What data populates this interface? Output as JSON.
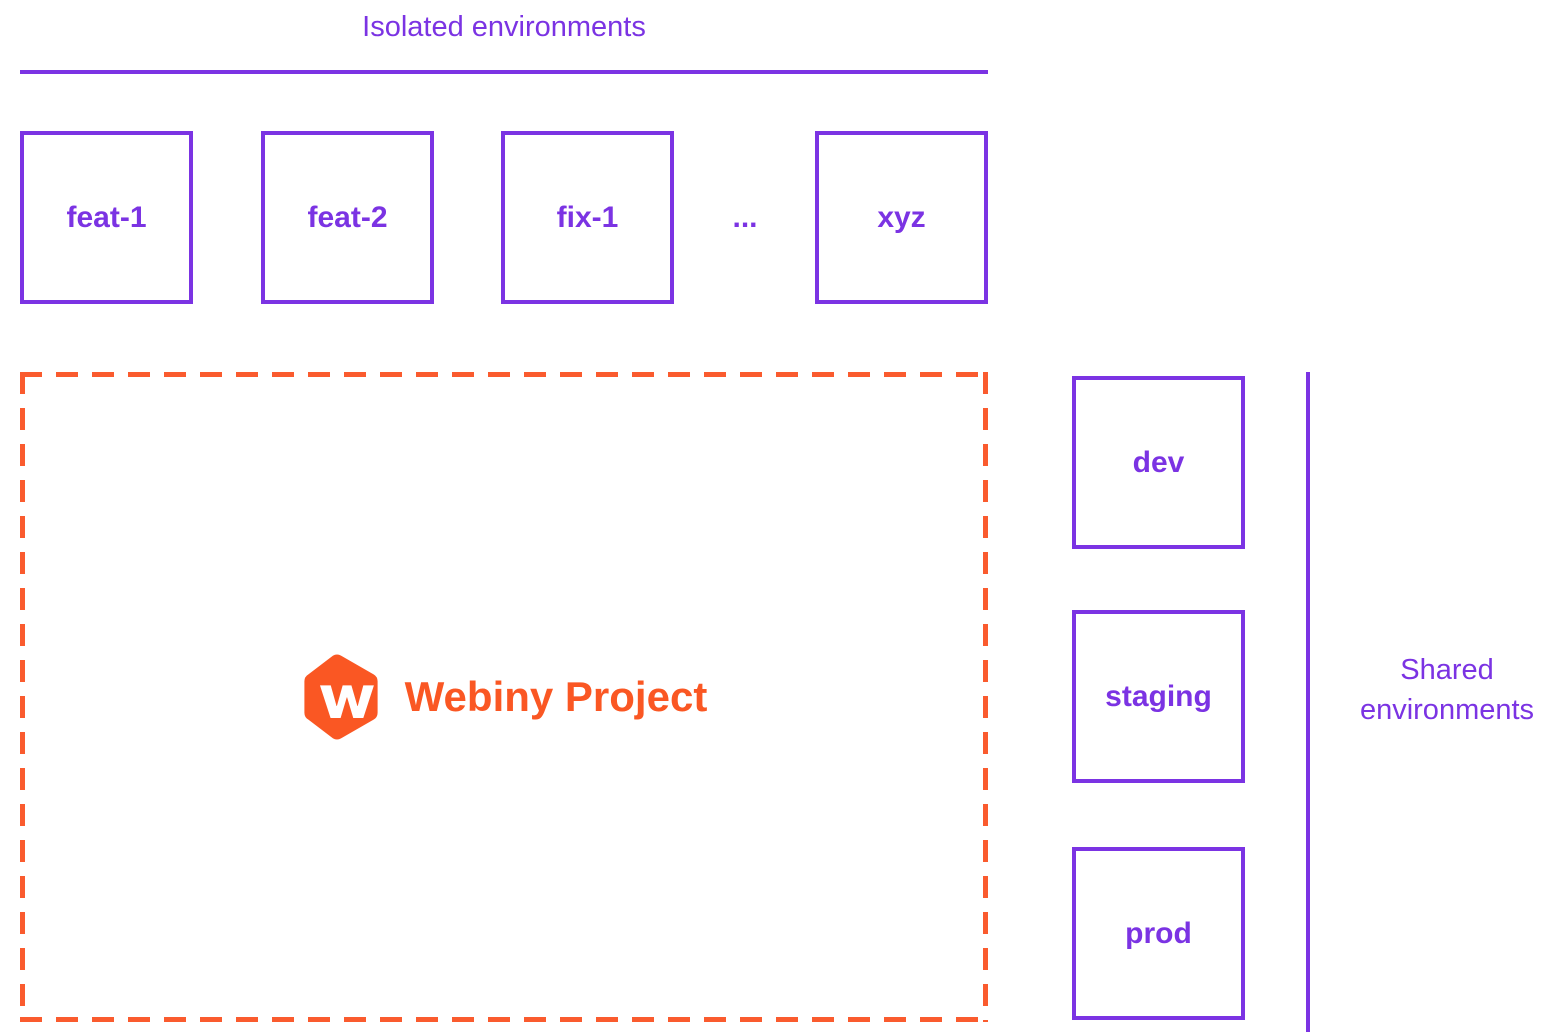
{
  "diagram": {
    "title_isolated": "Isolated environments",
    "title_shared": "Shared environments",
    "ellipsis": "...",
    "isolated_environments": [
      {
        "label": "feat-1"
      },
      {
        "label": "feat-2"
      },
      {
        "label": "fix-1"
      },
      {
        "label": "xyz"
      }
    ],
    "shared_environments": [
      {
        "label": "dev"
      },
      {
        "label": "staging"
      },
      {
        "label": "prod"
      }
    ],
    "project": {
      "name": "Webiny Project",
      "logo_letter": "W",
      "logo_icon": "webiny-hexagon-logo"
    },
    "colors": {
      "purple": "#7B33E3",
      "orange": "#FA5723",
      "dashed_orange": "#FA5B2E",
      "background": "#FFFFFF"
    }
  }
}
